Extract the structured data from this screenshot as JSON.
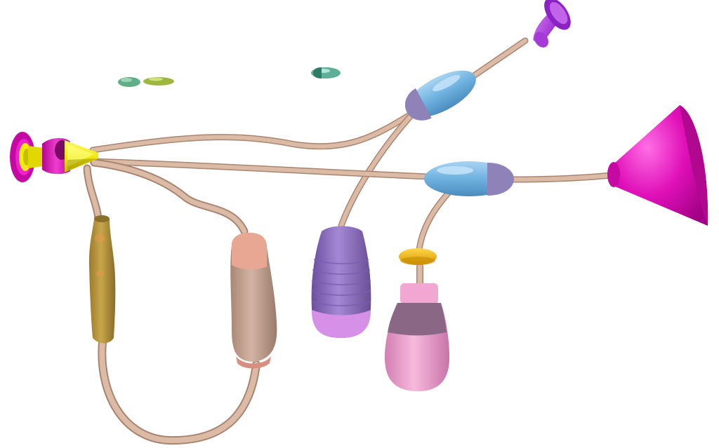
{
  "scene": {
    "background": "#ffffff",
    "tube_color": "#d8b39c",
    "palette": {
      "magenta": "#e010b8",
      "yellow": "#f2ea10",
      "blue": "#6fb2e0",
      "purple": "#8e6bc4",
      "pink": "#f2a6d2",
      "orange": "#f4b800",
      "olive": "#b99a3c",
      "salmon": "#d9a189",
      "teal": "#7cc8a8",
      "violet": "#b14adf"
    },
    "components": [
      "magenta-cup-left",
      "yellow-funnel",
      "olive-bulb",
      "salmon-bulb",
      "purple-bulb",
      "pink-bottle",
      "orange-ring",
      "blue-capsule-upper",
      "blue-capsule-lower",
      "violet-cup-top",
      "magenta-cone-right",
      "green-particles",
      "teal-particle"
    ]
  }
}
